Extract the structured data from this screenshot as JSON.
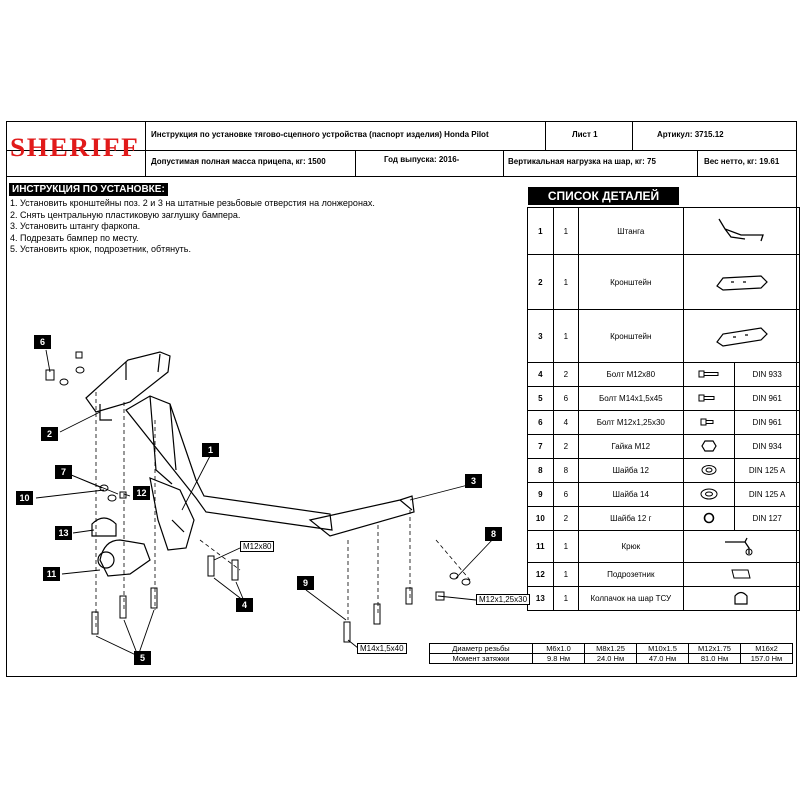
{
  "header": {
    "brand": "SHERIFF",
    "instruction_title": "Инструкция по установке тягово-сцепного устройства (паспорт изделия) Honda Pilot",
    "sheet": "Лист 1",
    "article": "Артикул: 3715.12",
    "trailer_mass": "Допустимая полная масса прицепа, кг: 1500",
    "year": "Год выпуска: 2016-",
    "vertical_load": "Вертикальная нагрузка на шар, кг: 75",
    "net_weight": "Вес нетто, кг: 19.61"
  },
  "instructions": {
    "title": "ИНСТРУКЦИЯ ПО УСТАНОВКЕ:",
    "steps": [
      "1. Установить кронштейны поз. 2 и 3 на штатные резьбовые отверстия на лонжеронах.",
      "2. Снять центральную пластиковую заглушку бампера.",
      "3. Установить штангу фаркопа.",
      "4. Подрезать бампер по месту.",
      "5. Установить крюк, подрозетник, обтянуть."
    ]
  },
  "parts": {
    "title": "СПИСОК ДЕТАЛЕЙ",
    "rows": [
      {
        "num": "1",
        "qty": "1",
        "name": "Штанга",
        "std": "",
        "icon": "drawbar-icon"
      },
      {
        "num": "2",
        "qty": "1",
        "name": "Кронштейн",
        "std": "",
        "icon": "bracket-icon"
      },
      {
        "num": "3",
        "qty": "1",
        "name": "Кронштейн",
        "std": "",
        "icon": "bracket-icon"
      },
      {
        "num": "4",
        "qty": "2",
        "name": "Болт М12х80",
        "std": "DIN 933",
        "icon": "bolt-icon"
      },
      {
        "num": "5",
        "qty": "6",
        "name": "Болт М14х1,5х45",
        "std": "DIN 961",
        "icon": "bolt-icon"
      },
      {
        "num": "6",
        "qty": "4",
        "name": "Болт М12х1,25х30",
        "std": "DIN 961",
        "icon": "bolt-icon"
      },
      {
        "num": "7",
        "qty": "2",
        "name": "Гайка М12",
        "std": "DIN 934",
        "icon": "nut-icon"
      },
      {
        "num": "8",
        "qty": "8",
        "name": "Шайба 12",
        "std": "DIN 125 A",
        "icon": "washer-icon"
      },
      {
        "num": "9",
        "qty": "6",
        "name": "Шайба 14",
        "std": "DIN 125 A",
        "icon": "washer-icon"
      },
      {
        "num": "10",
        "qty": "2",
        "name": "Шайба 12 г",
        "std": "DIN 127",
        "icon": "spring-washer-icon"
      },
      {
        "num": "11",
        "qty": "1",
        "name": "Крюк",
        "std": "",
        "icon": "hook-icon"
      },
      {
        "num": "12",
        "qty": "1",
        "name": "Подрозетник",
        "std": "",
        "icon": "socket-plate-icon"
      },
      {
        "num": "13",
        "qty": "1",
        "name": "Колпачок на шар ТСУ",
        "std": "",
        "icon": "ball-cap-icon"
      }
    ]
  },
  "torque": {
    "thread_label": "Диаметр резьбы",
    "torque_label": "Момент затяжки",
    "threads": [
      "M6x1.0",
      "M8x1.25",
      "M10x1.5",
      "M12x1.75",
      "M16x2"
    ],
    "values": [
      "9.8 Нм",
      "24.0 Нм",
      "47.0 Нм",
      "81.0 Нм",
      "157.0 Нм"
    ]
  },
  "diagram": {
    "callouts": [
      "1",
      "2",
      "3",
      "4",
      "5",
      "6",
      "7",
      "8",
      "9",
      "10",
      "11",
      "12",
      "13"
    ],
    "dim_m12x80": "M12x80",
    "dim_m12x125x30": "M12x1,25x30",
    "dim_m14x15x40": "M14x1,5x40"
  },
  "colors": {
    "brand": "#e11a1a",
    "line": "#000000",
    "background": "#ffffff"
  }
}
